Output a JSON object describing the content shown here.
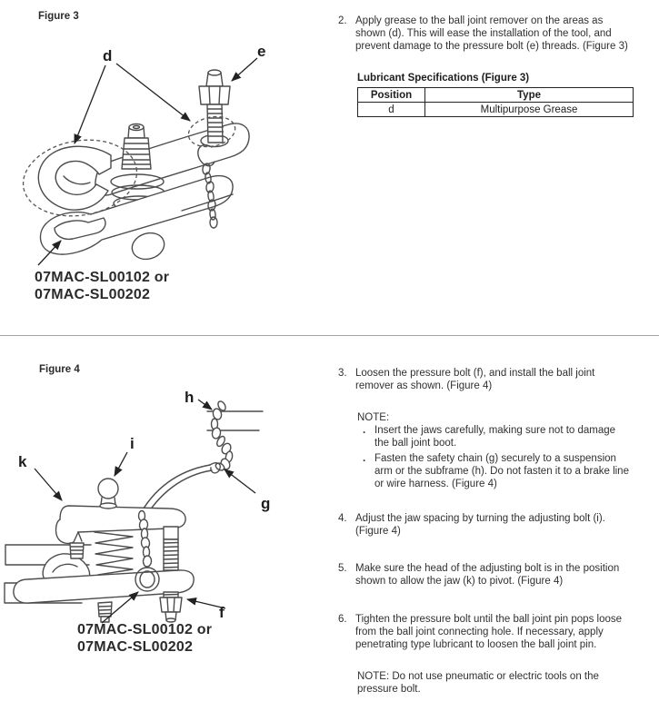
{
  "figure3": {
    "label": "Figure 3",
    "part_number_line1": "07MAC-SL00102 or",
    "part_number_line2": "07MAC-SL00202",
    "callouts": {
      "d": "d",
      "e": "e"
    }
  },
  "figure4": {
    "label": "Figure 4",
    "part_number_line1": "07MAC-SL00102 or",
    "part_number_line2": "07MAC-SL00202",
    "callouts": {
      "f": "f",
      "g": "g",
      "h": "h",
      "i": "i",
      "k": "k"
    }
  },
  "steps": [
    {
      "num": "2.",
      "text": "Apply grease to the ball joint remover on the areas as\nshown (d). This will ease the installation of the tool, and\nprevent damage to the pressure bolt (e) threads. (Figure 3)"
    },
    {
      "num": "3.",
      "text": "Loosen the pressure bolt (f), and install the ball joint\nremover as shown. (Figure 4)"
    },
    {
      "num": "4.",
      "text": "Adjust the jaw spacing by turning the adjusting bolt (i).\n(Figure 4)"
    },
    {
      "num": "5.",
      "text": "Make sure the head of the adjusting bolt is in the position\nshown to allow the jaw (k) to pivot. (Figure 4)"
    },
    {
      "num": "6.",
      "text": "Tighten the pressure bolt until the ball joint pin pops loose\nfrom the ball joint connecting hole. If necessary, apply\npenetrating type lubricant to loosen the ball joint pin."
    }
  ],
  "note3": {
    "label": "NOTE:",
    "bullet": ".",
    "bullets": [
      "Insert the jaws carefully, making sure not to damage\nthe ball joint boot.",
      "Fasten the safety chain (g) securely to a suspension\narm or the subframe (h). Do not fasten it to a brake line\nor wire harness. (Figure 4)"
    ]
  },
  "note6": "NOTE: Do not use pneumatic or electric tools on the\npressure bolt.",
  "table": {
    "title": "Lubricant Specifications (Figure 3)",
    "headers": [
      "Position",
      "Type"
    ],
    "rows": [
      [
        "d",
        "Multipurpose Grease"
      ]
    ]
  }
}
